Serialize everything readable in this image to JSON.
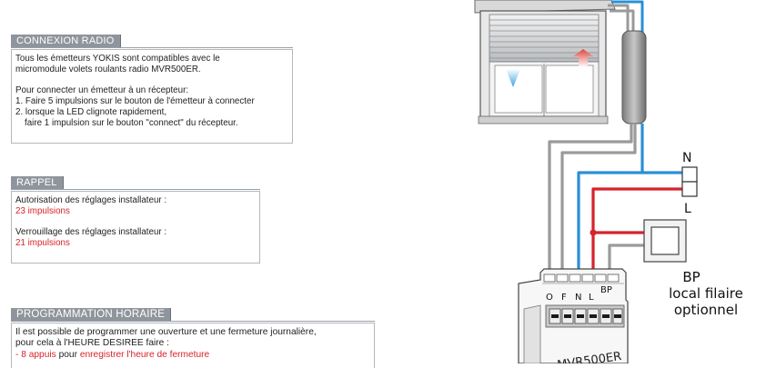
{
  "radio": {
    "title": "CONNEXION RADIO",
    "line1": "Tous les émetteurs YOKIS sont compatibles avec le",
    "line2": "micromodule volets roulants radio MVR500ER.",
    "line3": "Pour connecter un émetteur à un récepteur:",
    "line4": "1. Faire 5 impulsions sur le bouton de l'émetteur à connecter",
    "line5": "2. lorsque la LED clignote rapidement,",
    "line6": "faire 1 impulsion sur le bouton \"connect\" du récepteur."
  },
  "rappel": {
    "title": "RAPPEL",
    "label1": "Autorisation des réglages installateur :",
    "value1": "23 impulsions",
    "label2": "Verrouillage des réglages installateur :",
    "value2": "21 impulsions"
  },
  "prog": {
    "title": "PROGRAMMATION HORAIRE",
    "line1": "Il est possible de programmer une ouverture et une fermeture journalière,",
    "line2": "pour cela à l'HEURE DESIREE faire :",
    "bullet_count": "- 8 appuis",
    "bullet_mid": "pour",
    "bullet_action": "enregistrer l'heure de fermeture"
  },
  "diagram": {
    "n_label": "N",
    "l_label": "L",
    "terminals": [
      "O",
      "F",
      "N",
      "L",
      "BP"
    ],
    "bp_line1": "BP",
    "bp_line2": "local filaire",
    "bp_line3": "optionnel",
    "module_label": "MVR500ER"
  },
  "colors": {
    "neutral_wire": "#2a8fd6",
    "live_wire": "#d6232a",
    "motor_wire": "#9a9a9a",
    "header_bg": "#8f959c"
  }
}
